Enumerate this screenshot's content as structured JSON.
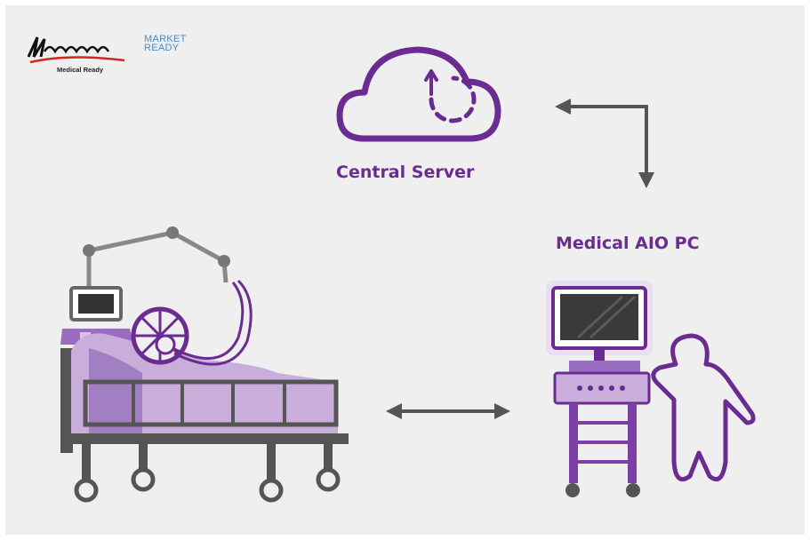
{
  "logo": {
    "brand_line1": "MARKET",
    "brand_line2": "READY",
    "tagline": "Medical Ready"
  },
  "labels": {
    "server": "Central Server",
    "aio_pc": "Medical AIO PC"
  },
  "colors": {
    "background": "#efefef",
    "accent_purple": "#6b2c91",
    "light_purple": "#c9aedb",
    "arrow_gray": "#555555"
  },
  "icons": [
    "cloud-upload-icon",
    "hospital-bed-icon",
    "medical-cart-icon",
    "person-icon",
    "bidirectional-arrow-icon",
    "elbow-arrow-icon"
  ]
}
